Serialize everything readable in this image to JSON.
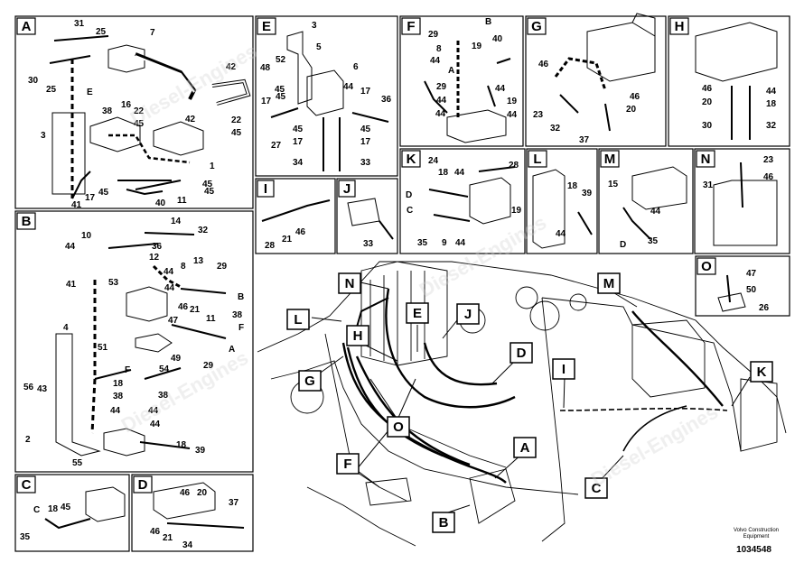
{
  "panel_letters": {
    "A": "A",
    "B": "B",
    "C": "C",
    "D": "D",
    "E": "E",
    "F": "F",
    "G": "G",
    "H": "H",
    "I": "I",
    "J": "J",
    "K": "K",
    "L": "L",
    "M": "M",
    "N": "N",
    "O": "O"
  },
  "panel_A": {
    "c31": "31",
    "c25a": "25",
    "c7": "7",
    "c30": "30",
    "c25b": "25",
    "c42a": "42",
    "cE": "E",
    "c16": "16",
    "c38": "38",
    "c22a": "22",
    "c45a": "45",
    "c42b": "42",
    "c22b": "22",
    "c45b": "45",
    "c3": "3",
    "c1": "1",
    "c45c": "45",
    "c17": "17",
    "c45d": "45",
    "c41": "41",
    "c40": "40",
    "c11": "11",
    "c45e": "45"
  },
  "panel_B": {
    "c14": "14",
    "c10": "10",
    "c32": "32",
    "c44a": "44",
    "c36": "36",
    "c12": "12",
    "c44b": "44",
    "c8": "8",
    "c13": "13",
    "c29a": "29",
    "c41": "41",
    "c53": "53",
    "c44c": "44",
    "cB": "B",
    "c46": "46",
    "c21": "21",
    "c38a": "38",
    "c4": "4",
    "c51": "51",
    "c47": "47",
    "c11": "11",
    "cF1": "F",
    "cA": "A",
    "c54": "54",
    "c49": "49",
    "c29b": "29",
    "cF2": "F",
    "c38b": "38",
    "c56": "56",
    "c43": "43",
    "c18": "18",
    "c44d": "44",
    "c38c": "38",
    "c44e": "44",
    "c2": "2",
    "c44f": "44",
    "c18b": "18",
    "c39": "39",
    "c55": "55"
  },
  "panel_C": {
    "cC": "C",
    "c18": "18",
    "c45": "45",
    "c35": "35"
  },
  "panel_D": {
    "c46": "46",
    "c20": "20",
    "c37": "37",
    "c21": "21",
    "c46b": "46",
    "c34": "34"
  },
  "panel_E": {
    "c3": "3",
    "c5": "5",
    "c52": "52",
    "c48": "48",
    "c6": "6",
    "c17a": "17",
    "c45a": "45",
    "c44": "44",
    "c36": "36",
    "c17b": "17",
    "c45b": "45",
    "c45c": "45",
    "c45d": "45",
    "c17c": "17",
    "c27": "27",
    "c17d": "17",
    "c34": "34",
    "c33": "33"
  },
  "panel_F": {
    "c29a": "29",
    "cB": "B",
    "c8": "8",
    "c40": "40",
    "c44a": "44",
    "c19a": "19",
    "cA": "A",
    "c29b": "29",
    "c44b": "44",
    "c19b": "19",
    "c44c": "44",
    "c44d": "44",
    "c44e": "44"
  },
  "panel_G": {
    "c46a": "46",
    "c23": "23",
    "c46b": "46",
    "c20": "20",
    "c32": "32",
    "c37": "37"
  },
  "panel_H": {
    "c46": "46",
    "c44": "44",
    "c20": "20",
    "c18": "18",
    "c30": "30",
    "c32": "32"
  },
  "panel_I": {
    "c28": "28",
    "c21": "21",
    "c46": "46"
  },
  "panel_J": {
    "c33": "33"
  },
  "panel_K": {
    "c24": "24",
    "c28": "28",
    "c18": "18",
    "c44a": "44",
    "cD": "D",
    "c19": "19",
    "cC": "C",
    "c35": "35",
    "c9": "9",
    "c44b": "44"
  },
  "panel_L": {
    "c18": "18",
    "c39": "39",
    "c44": "44"
  },
  "panel_M": {
    "c15": "15",
    "c44": "44",
    "c35": "35",
    "cD": "D"
  },
  "panel_N": {
    "c23": "23",
    "c31": "31",
    "c46": "46"
  },
  "panel_O": {
    "c47": "47",
    "c50": "50",
    "c26": "26"
  },
  "footer": {
    "brand_line1": "Volvo Construction",
    "brand_line2": "Equipment",
    "doc_number": "1034548"
  },
  "watermark_text": "Diesel-Engines"
}
